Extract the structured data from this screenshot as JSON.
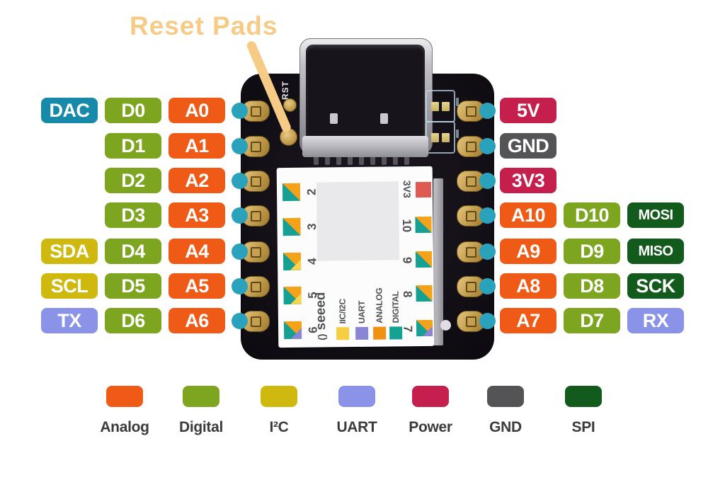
{
  "callout": {
    "label": "Reset Pads"
  },
  "colors": {
    "analog": "#EF5A16",
    "digital": "#7DA51F",
    "i2c": "#CFB90F",
    "uart": "#8A93E8",
    "power": "#C51F4D",
    "gnd": "#545456",
    "spi": "#135A1D",
    "dac": "#1789A9",
    "dot": "#2BA2BC",
    "callout": "#F6CB85",
    "ink": "#3B3B3D",
    "silk": "#4F5254",
    "sq_teal": "#16A093",
    "sq_amber": "#F5A21B",
    "sq_yellow": "#F6D44F",
    "sq_purple": "#8B85D6",
    "sq_red": "#E05A54"
  },
  "pin_rows": {
    "left": [
      {
        "cells": [
          {
            "text": "DAC",
            "type": "dac"
          },
          {
            "text": "D0",
            "type": "digital"
          },
          {
            "text": "A0",
            "type": "analog"
          }
        ]
      },
      {
        "cells": [
          null,
          {
            "text": "D1",
            "type": "digital"
          },
          {
            "text": "A1",
            "type": "analog"
          }
        ]
      },
      {
        "cells": [
          null,
          {
            "text": "D2",
            "type": "digital"
          },
          {
            "text": "A2",
            "type": "analog"
          }
        ]
      },
      {
        "cells": [
          null,
          {
            "text": "D3",
            "type": "digital"
          },
          {
            "text": "A3",
            "type": "analog"
          }
        ]
      },
      {
        "cells": [
          {
            "text": "SDA",
            "type": "i2c"
          },
          {
            "text": "D4",
            "type": "digital"
          },
          {
            "text": "A4",
            "type": "analog"
          }
        ]
      },
      {
        "cells": [
          {
            "text": "SCL",
            "type": "i2c"
          },
          {
            "text": "D5",
            "type": "digital"
          },
          {
            "text": "A5",
            "type": "analog"
          }
        ]
      },
      {
        "cells": [
          {
            "text": "TX",
            "type": "uart"
          },
          {
            "text": "D6",
            "type": "digital"
          },
          {
            "text": "A6",
            "type": "analog"
          }
        ]
      }
    ],
    "right": [
      {
        "cells": [
          {
            "text": "5V",
            "type": "power"
          }
        ]
      },
      {
        "cells": [
          {
            "text": "GND",
            "type": "gnd"
          }
        ]
      },
      {
        "cells": [
          {
            "text": "3V3",
            "type": "power"
          }
        ]
      },
      {
        "cells": [
          {
            "text": "A10",
            "type": "analog"
          },
          {
            "text": "D10",
            "type": "digital"
          },
          {
            "text": "MOSI",
            "type": "spi"
          }
        ]
      },
      {
        "cells": [
          {
            "text": "A9",
            "type": "analog"
          },
          {
            "text": "D9",
            "type": "digital"
          },
          {
            "text": "MISO",
            "type": "spi"
          }
        ]
      },
      {
        "cells": [
          {
            "text": "A8",
            "type": "analog"
          },
          {
            "text": "D8",
            "type": "digital"
          },
          {
            "text": "SCK",
            "type": "spi"
          }
        ]
      },
      {
        "cells": [
          {
            "text": "A7",
            "type": "analog"
          },
          {
            "text": "D7",
            "type": "digital"
          },
          {
            "text": "RX",
            "type": "uart"
          }
        ]
      }
    ]
  },
  "board_silkscreen": {
    "rst": "RST",
    "v33": "3V3",
    "logo_icon": "()",
    "logo": "seeed",
    "left_pin_numbers": [
      {
        "num": "2",
        "extra": null
      },
      {
        "num": "3",
        "extra": null
      },
      {
        "num": "4",
        "extra": "yellow"
      },
      {
        "num": "5",
        "extra": "yellow"
      },
      {
        "num": "6",
        "extra": "purple"
      }
    ],
    "right_pin_numbers": [
      {
        "num": "10",
        "extra": null
      },
      {
        "num": "9",
        "extra": null
      },
      {
        "num": "8",
        "extra": null
      },
      {
        "num": "7",
        "extra": "purple"
      }
    ],
    "sticker_legend": [
      {
        "label": "IIC/I2C",
        "color": "#F6CE3F"
      },
      {
        "label": "UART",
        "color": "#8B85D6"
      },
      {
        "label": "ANALOG",
        "color": "#F09112"
      },
      {
        "label": "DIGITAL",
        "color": "#14A295"
      }
    ]
  },
  "legend": [
    {
      "label": "Analog",
      "color": "#EF5A16"
    },
    {
      "label": "Digital",
      "color": "#7DA51F"
    },
    {
      "label": "I²C",
      "color": "#CFB90F"
    },
    {
      "label": "UART",
      "color": "#8A93E8"
    },
    {
      "label": "Power",
      "color": "#C51F4D"
    },
    {
      "label": "GND",
      "color": "#545456"
    },
    {
      "label": "SPI",
      "color": "#135A1D"
    }
  ]
}
